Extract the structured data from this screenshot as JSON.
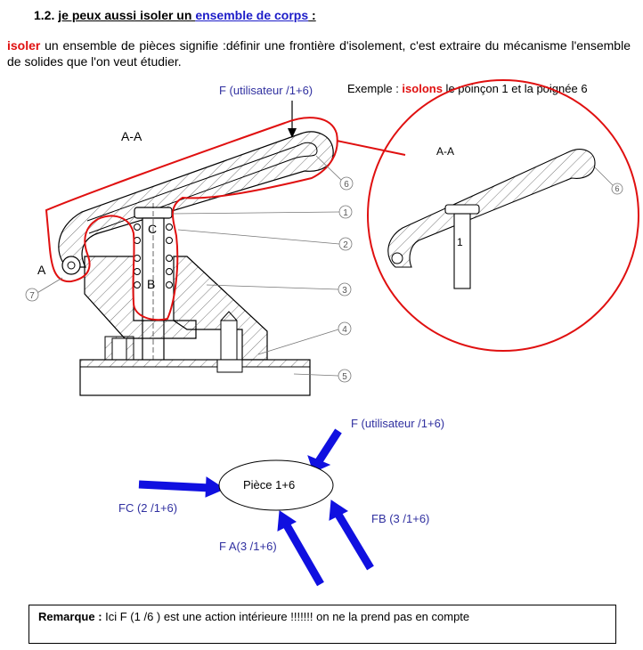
{
  "heading": {
    "number": "1.2.",
    "prefix": "je peux aussi isoler un ",
    "emph": "ensemble de corps",
    "suffix": " :"
  },
  "intro": {
    "keyword": "isoler",
    "text": " un ensemble de pièces signifie :définir une frontière d'isolement, c'est extraire du mécanisme l'ensemble de solides que l'on veut étudier."
  },
  "force_top": "F (utilisateur /1+6)",
  "example": {
    "prefix": "Exemple : ",
    "keyword": "isolons",
    "suffix": " le poinçon 1  et la poignée 6"
  },
  "drawing": {
    "section_label": "A-A",
    "point_a": "A",
    "point_b": "B",
    "point_c": "C",
    "callouts": [
      "1",
      "2",
      "3",
      "4",
      "5",
      "6",
      "7"
    ]
  },
  "detail": {
    "section_label": "A-A",
    "part_number": "1",
    "callout": "6"
  },
  "diagram": {
    "piece": "Pièce 1+6",
    "f_user": "F (utilisateur /1+6)",
    "fc": "FC (2 /1+6)",
    "fb": "FB (3 /1+6)",
    "fa": "F A(3 /1+6)"
  },
  "remark": {
    "label": "Remarque :",
    "text": " Ici F (1 /6 ) est une action intérieure !!!!!!! on ne la prend pas en compte"
  },
  "colors": {
    "red": "#e01010",
    "blue_text": "#3030a0",
    "arrow_blue": "#1010e0"
  }
}
